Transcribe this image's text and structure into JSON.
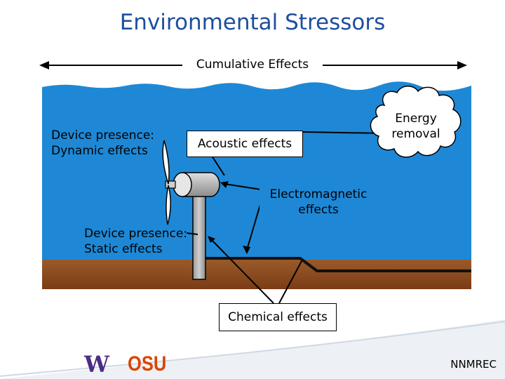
{
  "title": "Environmental Stressors",
  "cumulative_label": "Cumulative Effects",
  "labels": {
    "dynamic": [
      "Device presence:",
      "Dynamic effects"
    ],
    "static": [
      "Device presence:",
      "Static effects"
    ],
    "acoustic": "Acoustic effects",
    "energy": [
      "Energy",
      "removal"
    ],
    "electromagnetic": [
      "Electromagnetic",
      "effects"
    ],
    "chemical": "Chemical effects"
  },
  "logos": {
    "uw": "W",
    "osu": "OSU",
    "nnmrec": "NNMREC"
  },
  "colors": {
    "title": "#1f4e9c",
    "water": "#1e88d6",
    "seabed": "#8b4a1e",
    "uw_purple": "#4b2e83",
    "osu_orange": "#dc4405",
    "device_gray": "#aaaaaa"
  }
}
